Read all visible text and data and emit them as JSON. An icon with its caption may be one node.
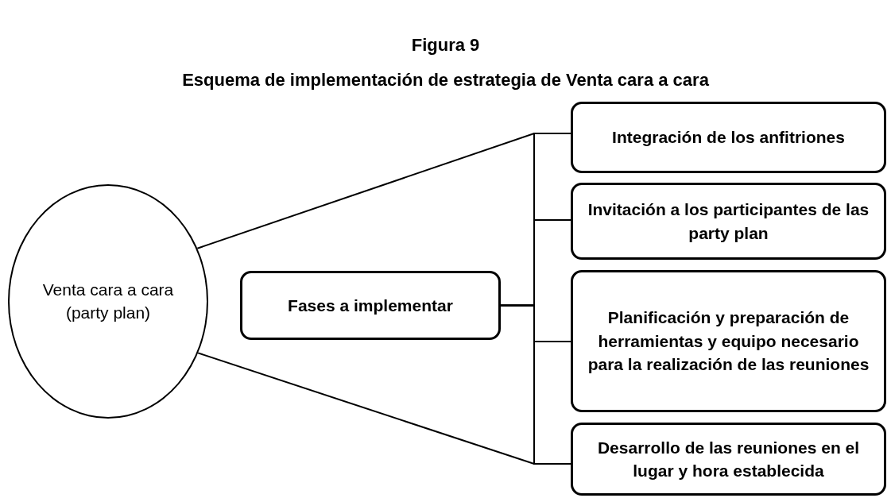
{
  "diagram": {
    "title": "Figura 9",
    "caption": "Esquema de implementación de estrategia de Venta cara a cara",
    "nodes": [
      {
        "text": [
          "Venta cara a cara (party plan)"
        ]
      },
      {
        "text": [
          "Fases a implementar"
        ]
      },
      {
        "text": [
          "Integración de los anfitriones"
        ]
      },
      {
        "text": [
          "Invitación  a los participantes de las party plan"
        ]
      },
      {
        "text": [
          "Planificación y preparación de herramientas y equipo necesario para la realización de las reuniones"
        ]
      },
      {
        "text": [
          "Desarrollo de las reuniones en el lugar y hora establecida"
        ]
      }
    ],
    "edges": [
      {
        "from": 0,
        "to": 2,
        "arrow": "none"
      },
      {
        "from": 0,
        "to": 5,
        "arrow": "none"
      },
      {
        "from": 1,
        "to": 2,
        "arrow": "none"
      },
      {
        "from": 1,
        "to": 3,
        "arrow": "none"
      },
      {
        "from": 1,
        "to": 4,
        "arrow": "none"
      },
      {
        "from": 1,
        "to": 5,
        "arrow": "none"
      }
    ]
  }
}
